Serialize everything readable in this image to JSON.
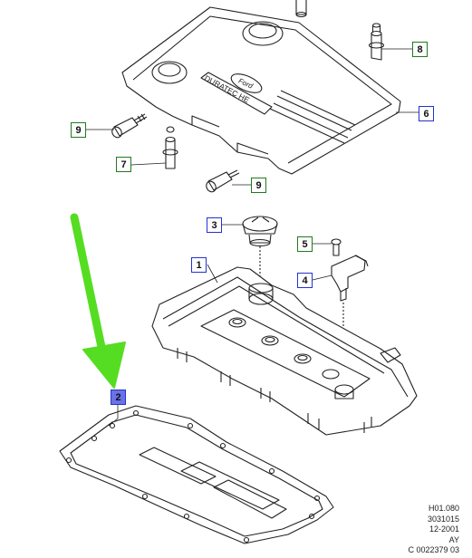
{
  "callouts": [
    {
      "id": "c8",
      "label": "8",
      "color": "green"
    },
    {
      "id": "c6",
      "label": "6",
      "color": "blue"
    },
    {
      "id": "c9a",
      "label": "9",
      "color": "green"
    },
    {
      "id": "c7",
      "label": "7",
      "color": "green"
    },
    {
      "id": "c9b",
      "label": "9",
      "color": "green"
    },
    {
      "id": "c3",
      "label": "3",
      "color": "blue"
    },
    {
      "id": "c5",
      "label": "5",
      "color": "green"
    },
    {
      "id": "c1",
      "label": "1",
      "color": "blue"
    },
    {
      "id": "c4",
      "label": "4",
      "color": "blue"
    },
    {
      "id": "c2",
      "label": "2",
      "color": "blue",
      "highlighted": true
    }
  ],
  "cover_text": {
    "brand": "Ford",
    "engine": "DURATEC HE"
  },
  "reference": [
    "H01.080",
    "3031015",
    "12-2001",
    "AY",
    "C 0022379 03"
  ],
  "colors": {
    "callout_blue": "#2233cc",
    "callout_green": "#1f7a1f",
    "arrow": "#55dd22",
    "highlight": "#6a72e8"
  }
}
